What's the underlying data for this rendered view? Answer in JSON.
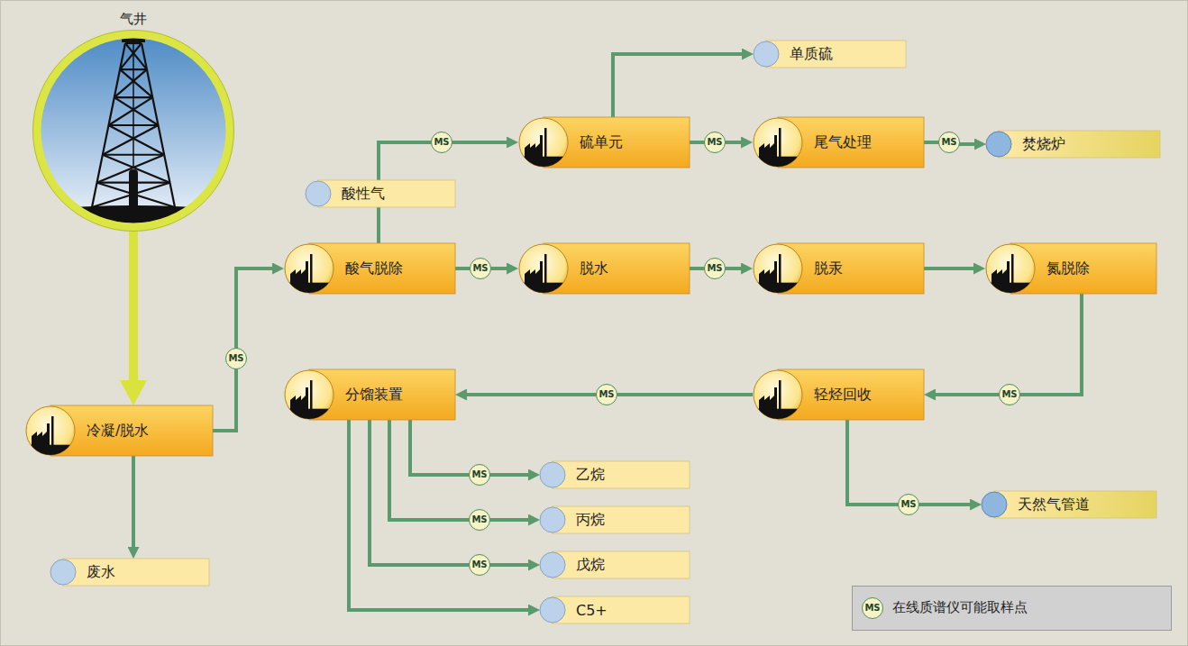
{
  "diagram": {
    "nodes": [
      {
        "text": [
          "气井"
        ]
      },
      {
        "text": [
          "冷凝/脱水"
        ]
      },
      {
        "text": [
          "废水"
        ]
      },
      {
        "text": [
          "酸气脱除"
        ]
      },
      {
        "text": [
          "酸性气"
        ]
      },
      {
        "text": [
          "硫单元"
        ]
      },
      {
        "text": [
          "单质硫"
        ]
      },
      {
        "text": [
          "尾气处理"
        ]
      },
      {
        "text": [
          "焚烧炉"
        ]
      },
      {
        "text": [
          "脱水"
        ]
      },
      {
        "text": [
          "脱汞"
        ]
      },
      {
        "text": [
          "氮脱除"
        ]
      },
      {
        "text": [
          "轻烃回收"
        ]
      },
      {
        "text": [
          "天然气管道"
        ]
      },
      {
        "text": [
          "分馏装置"
        ]
      },
      {
        "text": [
          "乙烷"
        ]
      },
      {
        "text": [
          "丙烷"
        ]
      },
      {
        "text": [
          "戊烷"
        ]
      },
      {
        "text": [
          "C5+"
        ]
      }
    ],
    "edges": [
      {
        "from": 0,
        "to": 1,
        "arrow": "to"
      },
      {
        "from": 1,
        "to": 2,
        "arrow": "to"
      },
      {
        "from": 1,
        "to": 3,
        "label": "MS",
        "arrow": "to"
      },
      {
        "from": 3,
        "to": 4,
        "arrow": "none"
      },
      {
        "from": 4,
        "to": 5,
        "label": "MS",
        "arrow": "to"
      },
      {
        "from": 5,
        "to": 6,
        "arrow": "to"
      },
      {
        "from": 5,
        "to": 7,
        "label": "MS",
        "arrow": "to"
      },
      {
        "from": 7,
        "to": 8,
        "label": "MS",
        "arrow": "to"
      },
      {
        "from": 3,
        "to": 9,
        "label": "MS",
        "arrow": "to"
      },
      {
        "from": 9,
        "to": 10,
        "label": "MS",
        "arrow": "to"
      },
      {
        "from": 10,
        "to": 11,
        "arrow": "to"
      },
      {
        "from": 11,
        "to": 12,
        "label": "MS",
        "arrow": "to"
      },
      {
        "from": 12,
        "to": 14,
        "label": "MS",
        "arrow": "to"
      },
      {
        "from": 12,
        "to": 13,
        "label": "MS",
        "arrow": "to"
      },
      {
        "from": 14,
        "to": 15,
        "label": "MS",
        "arrow": "to"
      },
      {
        "from": 14,
        "to": 16,
        "label": "MS",
        "arrow": "to"
      },
      {
        "from": 14,
        "to": 17,
        "label": "MS",
        "arrow": "to"
      },
      {
        "from": 14,
        "to": 18,
        "arrow": "to"
      }
    ],
    "labels": [
      "MS"
    ],
    "legend": [
      {
        "text": "在线质谱仪可能取样点"
      }
    ]
  }
}
